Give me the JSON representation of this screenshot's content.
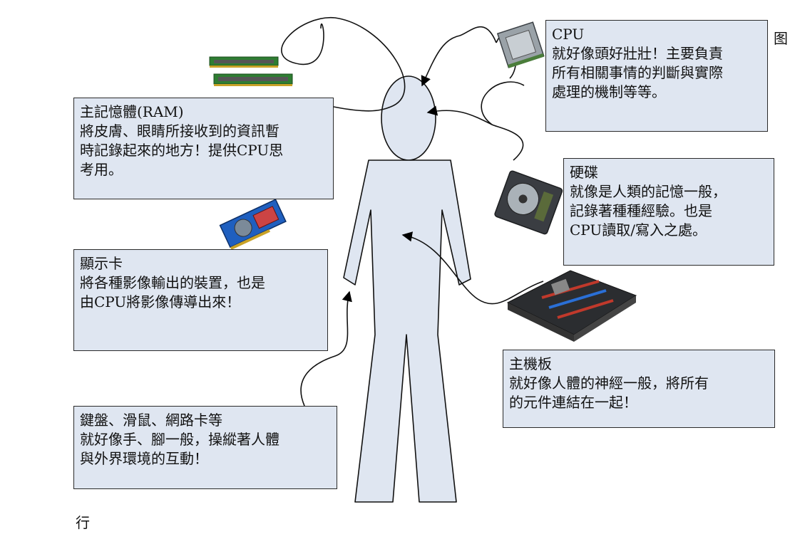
{
  "boxes": {
    "cpu": {
      "title": "CPU",
      "lines": [
        "就好像頭好壯壯！主要負責",
        "所有相關事情的判斷與實際",
        "處理的機制等等。"
      ]
    },
    "ram": {
      "title": "主記憶體(RAM)",
      "lines": [
        "將皮膚、眼睛所接收到的資訊暫",
        "時記錄起來的地方！提供CPU思",
        "考用。"
      ]
    },
    "hdd": {
      "title": "硬碟",
      "lines": [
        "就像是人類的記憶一般，",
        "記錄著種種經驗。也是",
        "CPU讀取/寫入之處。"
      ]
    },
    "gpu": {
      "title": "顯示卡",
      "lines": [
        "將各種影像輸出的裝置，也是",
        "由CPU將影像傳導出來！"
      ]
    },
    "mobo": {
      "title": "主機板",
      "lines": [
        "就好像人體的神經一般，將所有",
        "的元件連結在一起！"
      ]
    },
    "io": {
      "title": "鍵盤、滑鼠、網路卡等",
      "lines": [
        "就好像手、腳一般，操縱著人體",
        "與外界環境的互動！"
      ]
    }
  },
  "edge_text": {
    "top_right": "图",
    "bottom_left": "行"
  },
  "colors": {
    "box_fill": "#dfe6f1",
    "body_fill": "#dfe6f1",
    "stroke": "#111111"
  }
}
